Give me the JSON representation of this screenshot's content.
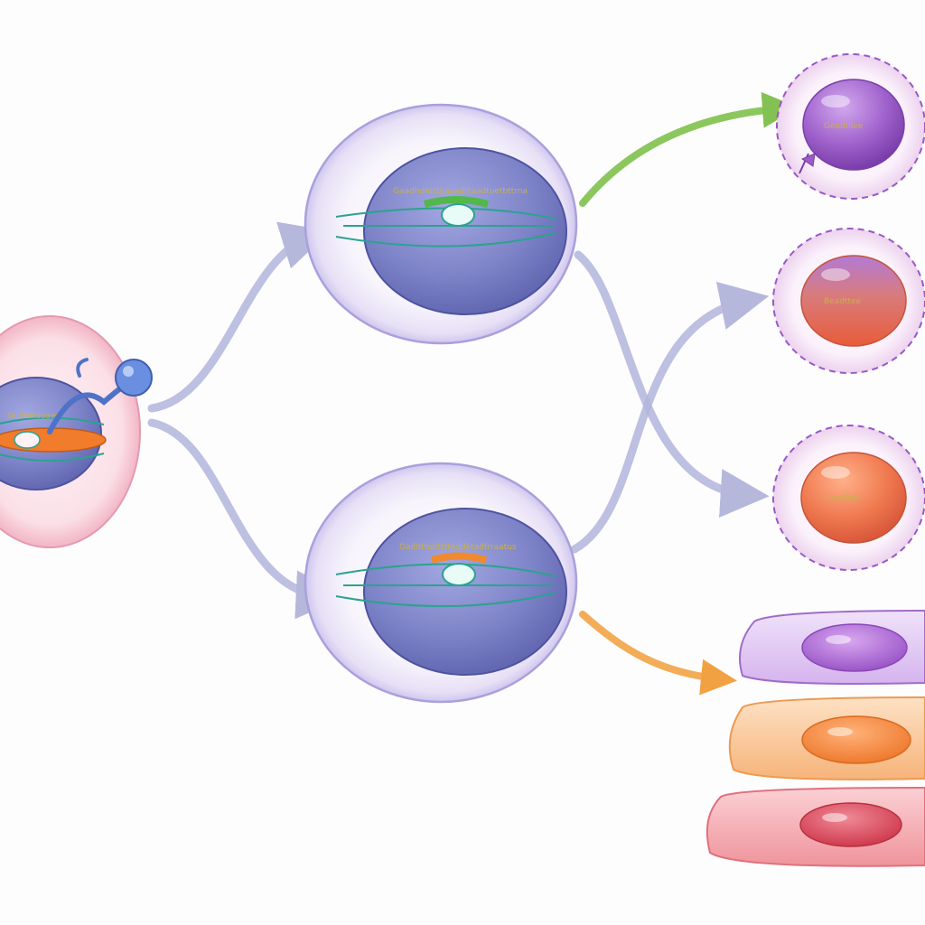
{
  "diagram": {
    "kind": "cell-lineage-differentiation",
    "labels": {
      "progenitor_band": "Oubtatuuaer",
      "upper_band": "Gaadhdhtttnaaadttaadtuetbttrna",
      "lower_band": "Gadlttnattttteddetadtrraatus",
      "cell_a": "Geadtllee",
      "cell_b": "Beadttee",
      "cell_c": "Geadltee"
    },
    "colors": {
      "progenitor_membrane": "#f2b8c6",
      "nucleus": "#7f86c8",
      "intermediate_membrane": "#d9d4f2",
      "lineage_arrow": "#a9acd6",
      "green_arrow": "#7cc04a",
      "orange_arrow": "#f0a03a",
      "chromosome": "#2aa38f",
      "centrosome_orange": "#f07c2c",
      "purple_cell": "#9b5cc6",
      "coral_cell": "#e8664a",
      "orange_cell": "#ee7c3c",
      "layer_lavender": "#d9b8f0",
      "layer_peach": "#f7c08c",
      "layer_rose": "#f2a0a8"
    },
    "icons": [
      "pipette-icon",
      "flag-icon"
    ]
  }
}
